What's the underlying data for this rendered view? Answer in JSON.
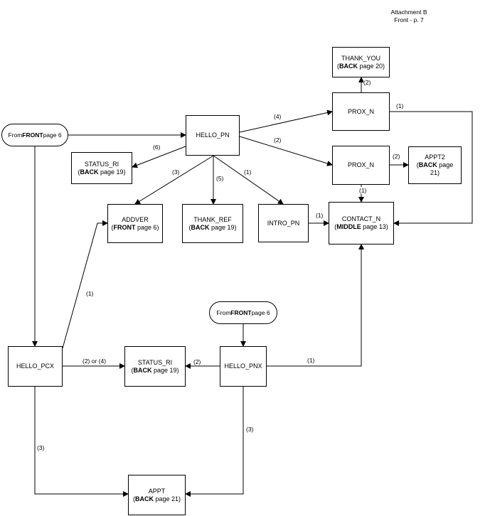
{
  "header": {
    "line1": "Attachment B",
    "line2": "Front - p. 7"
  },
  "nodes": {
    "from_front_top": {
      "pre": "From ",
      "bold": "FRONT",
      "post": " page 6"
    },
    "hello_pn": {
      "title": "HELLO_PN"
    },
    "status_ri_top": {
      "title": "STATUS_RI",
      "pre": "(",
      "bold": "BACK",
      "post": " page 19)"
    },
    "thank_you": {
      "title": "THANK_YOU",
      "pre": "(",
      "bold": "BACK",
      "post": " page 20)"
    },
    "prox_n_top": {
      "title": "PROX_N"
    },
    "prox_n_mid": {
      "title": "PROX_N"
    },
    "appt2": {
      "title": "APPT2",
      "pre": "(",
      "bold": "BACK",
      "post": " page",
      "line3": "21)"
    },
    "addver": {
      "title": "ADDVER",
      "pre": "(",
      "bold": "FRONT",
      "post": " page 6)"
    },
    "thank_ref": {
      "title": "THANK_REF",
      "pre": "(",
      "bold": "BACK",
      "post": " page 19)"
    },
    "intro_pn": {
      "title": "INTRO_PN"
    },
    "contact_n": {
      "title": "CONTACT_N",
      "pre": "(",
      "bold": "MIDDLE",
      "post": " page 13)"
    },
    "from_front_mid": {
      "pre": "From ",
      "bold": "FRONT",
      "post": " page 6"
    },
    "hello_pcx": {
      "title": "HELLO_PCX"
    },
    "status_ri_bot": {
      "title": "STATUS_RI",
      "pre": "(",
      "bold": "BACK",
      "post": " page 19)"
    },
    "hello_pnx": {
      "title": "HELLO_PNX"
    },
    "appt": {
      "title": "APPT",
      "pre": "(",
      "bold": "BACK",
      "post": " page 21)"
    }
  },
  "edge_labels": {
    "pn_to_proxtop": "(4)",
    "pn_to_statusri": "(6)",
    "pn_to_proxmid": "(2)",
    "pn_to_addver": "(3)",
    "pn_to_thankref": "(5)",
    "pn_to_intro": "(1)",
    "proxtop_to_thankyou": "(2)",
    "proxtop_to_contact": "(1)",
    "proxmid_to_appt2": "(2)",
    "proxmid_to_contact": "(1)",
    "intro_to_contact": "(1)",
    "pcx_to_addver": "(1)",
    "pcx_to_statusri": "(2) or (4)",
    "pnx_to_statusri": "(2)",
    "pnx_to_contact": "(1)",
    "pcx_to_appt": "(3)",
    "pnx_to_appt": "(3)"
  }
}
